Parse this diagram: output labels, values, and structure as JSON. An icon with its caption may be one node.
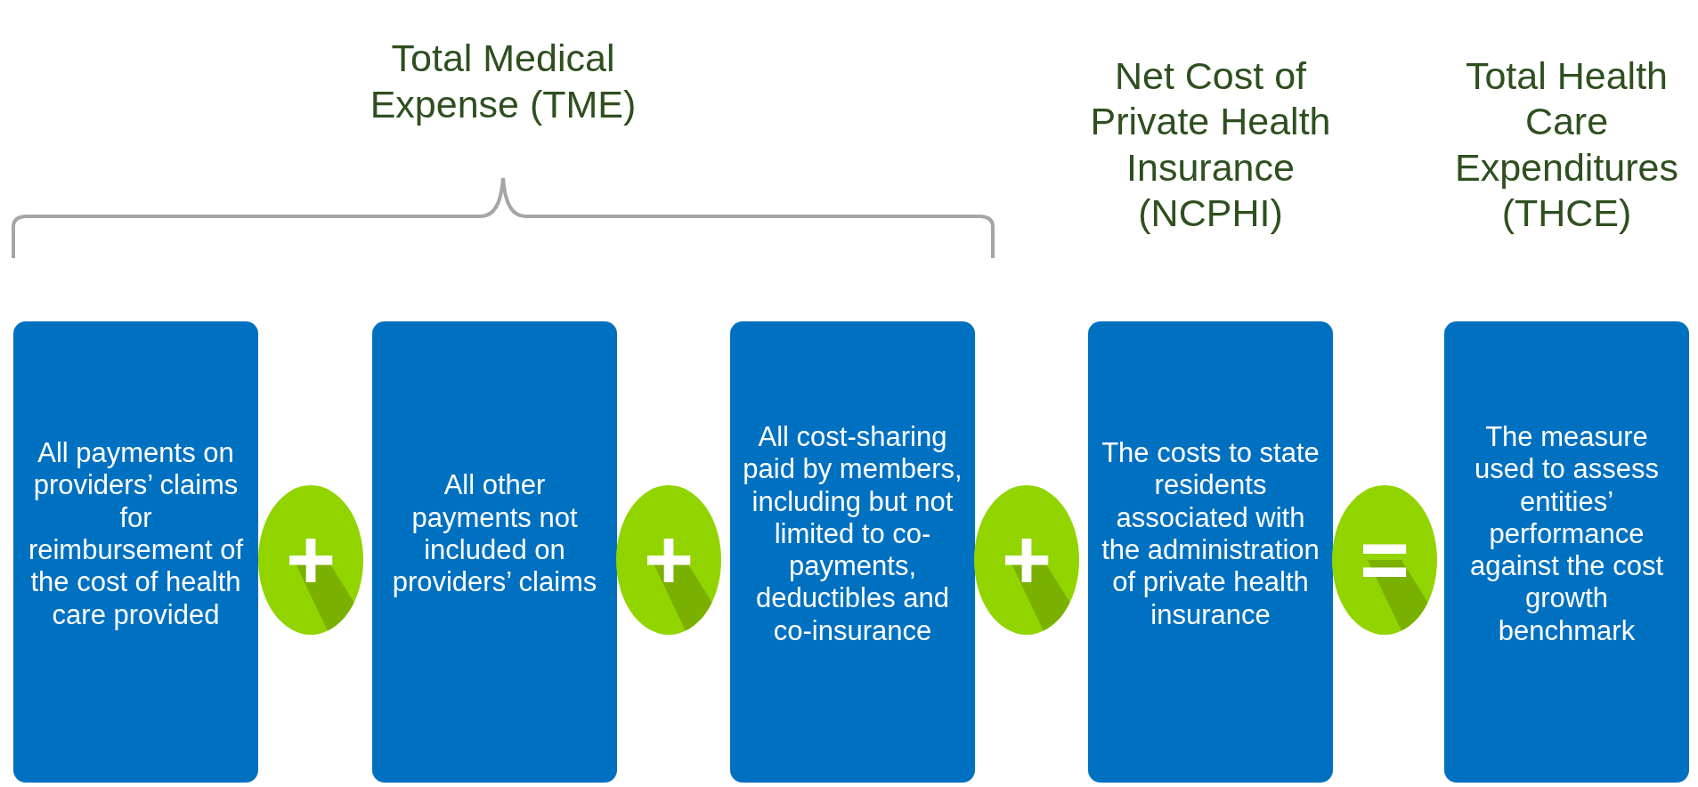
{
  "diagram": {
    "nodes": [
      {
        "text": [
          "All payments on providers’ claims for reimbursement of the cost of health care provided"
        ]
      },
      {
        "text": [
          "+"
        ]
      },
      {
        "text": [
          "All other payments not included on providers’ claims"
        ]
      },
      {
        "text": [
          "+"
        ]
      },
      {
        "text": [
          "All cost-sharing paid by members, including but not limited to co-payments, deductibles and co-insurance"
        ]
      },
      {
        "text": [
          "+"
        ]
      },
      {
        "text": [
          "Net Cost of Private Health Insurance (NCPHI)",
          "The costs to state residents associated with the administration of private health insurance"
        ]
      },
      {
        "text": [
          "="
        ]
      },
      {
        "text": [
          "Total Health Care Expenditures (THCE)",
          "The measure used to assess entities’ performance against the cost growth benchmark"
        ]
      }
    ],
    "labels": [
      "Total Medical Expense (TME)"
    ]
  }
}
